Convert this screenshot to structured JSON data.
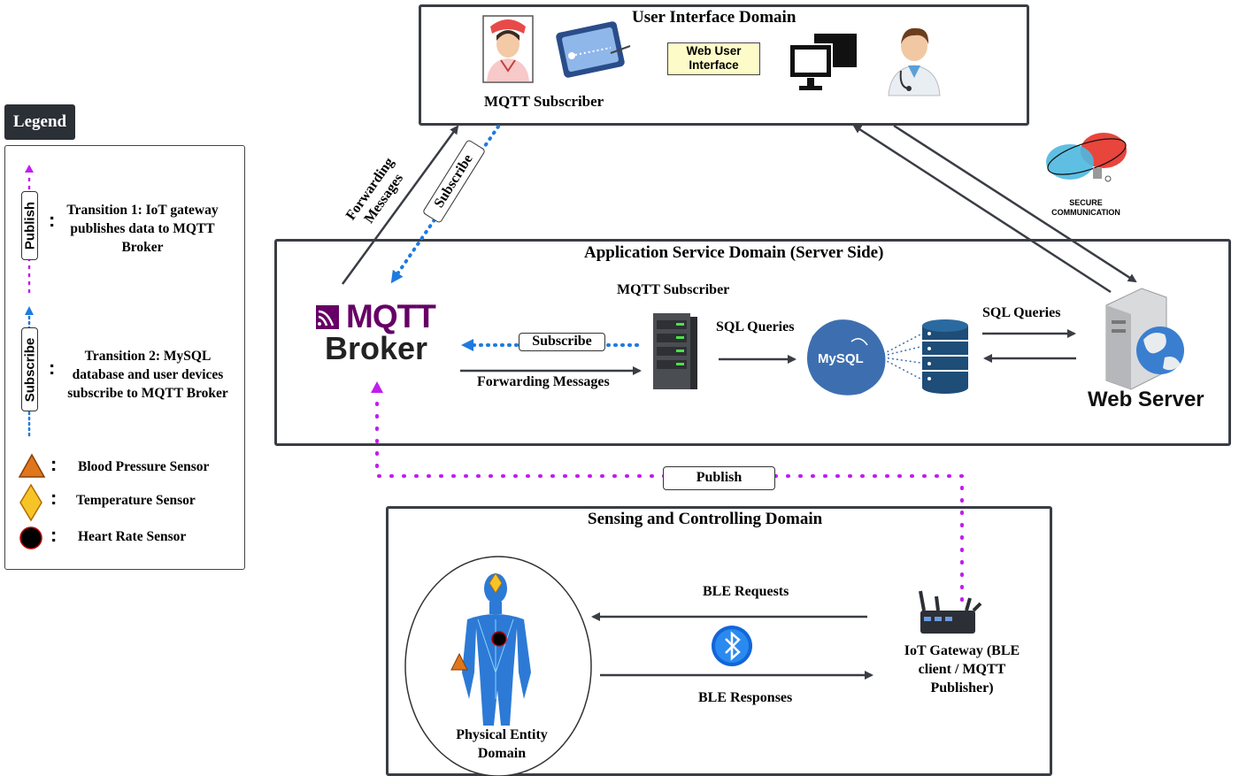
{
  "legend": {
    "title": "Legend",
    "publish_tag": "Publish",
    "subscribe_tag": "Subscribe",
    "transition1": "Transition 1:  IoT gateway publishes data to MQTT Broker",
    "transition2": "Transition 2: MySQL database and user devices subscribe to MQTT Broker",
    "bp_sensor": "Blood Pressure Sensor",
    "temp_sensor": "Temperature Sensor",
    "hr_sensor": "Heart Rate Sensor",
    "colon": ":"
  },
  "ui_domain": {
    "title": "User Interface Domain",
    "mqtt_subscriber": "MQTT Subscriber",
    "web_ui": "Web User Interface"
  },
  "app_domain": {
    "title": "Application Service Domain (Server Side)",
    "mqtt_subscriber": "MQTT Subscriber",
    "mqtt_logo": "MQTT",
    "broker": "Broker",
    "subscribe": "Subscribe",
    "forwarding": "Forwarding Messages",
    "sql_queries_left": "SQL Queries",
    "sql_queries_right": "SQL Queries",
    "mysql": "MySQL",
    "web_server": "Web Server"
  },
  "between": {
    "forwarding_messages": "Forwarding Messages",
    "subscribe": "Subscribe",
    "secure_communication": "SECURE COMMUNICATION",
    "publish": "Publish"
  },
  "sensing_domain": {
    "title": "Sensing and Controlling Domain",
    "ble_requests": "BLE Requests",
    "ble_responses": "BLE Responses",
    "gateway": "IoT Gateway (BLE client / MQTT Publisher)",
    "physical_entity": "Physical Entity Domain"
  },
  "colors": {
    "publish": "#c21cf0",
    "subscribe": "#1f7ae0",
    "box_border": "#3a3d44",
    "bp": "#e0761c",
    "temp": "#f7c427",
    "hr": "#000000",
    "body": "#2c7ad6",
    "mysql": "#3d6fb0"
  }
}
